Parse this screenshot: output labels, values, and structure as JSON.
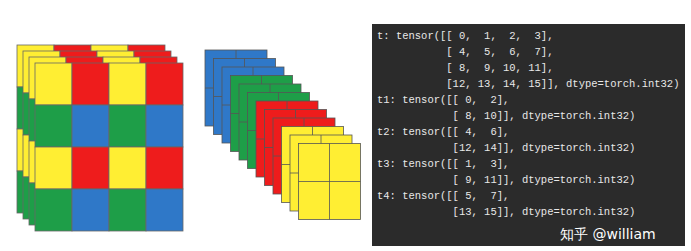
{
  "diagram": {
    "labels": [
      "t: tensor([[ 0,  1,  2,  3],",
      "           [ 4,  5,  6,  7],",
      "           [ 8,  9, 10, 11],",
      "           [12, 13, 14, 15]], dtype=torch.int32)",
      "t1: tensor([[ 0,  2],",
      "            [ 8, 10]], dtype=torch.int32)",
      "t2: tensor([[ 4,  6],",
      "            [12, 14]], dtype=torch.int32)",
      "t3: tensor([[ 1,  3],",
      "            [ 9, 11]], dtype=torch.int32)",
      "t4: tensor([[ 5,  7],",
      "            [13, 15]], dtype=torch.int32)",
      "知乎 @william"
    ]
  }
}
